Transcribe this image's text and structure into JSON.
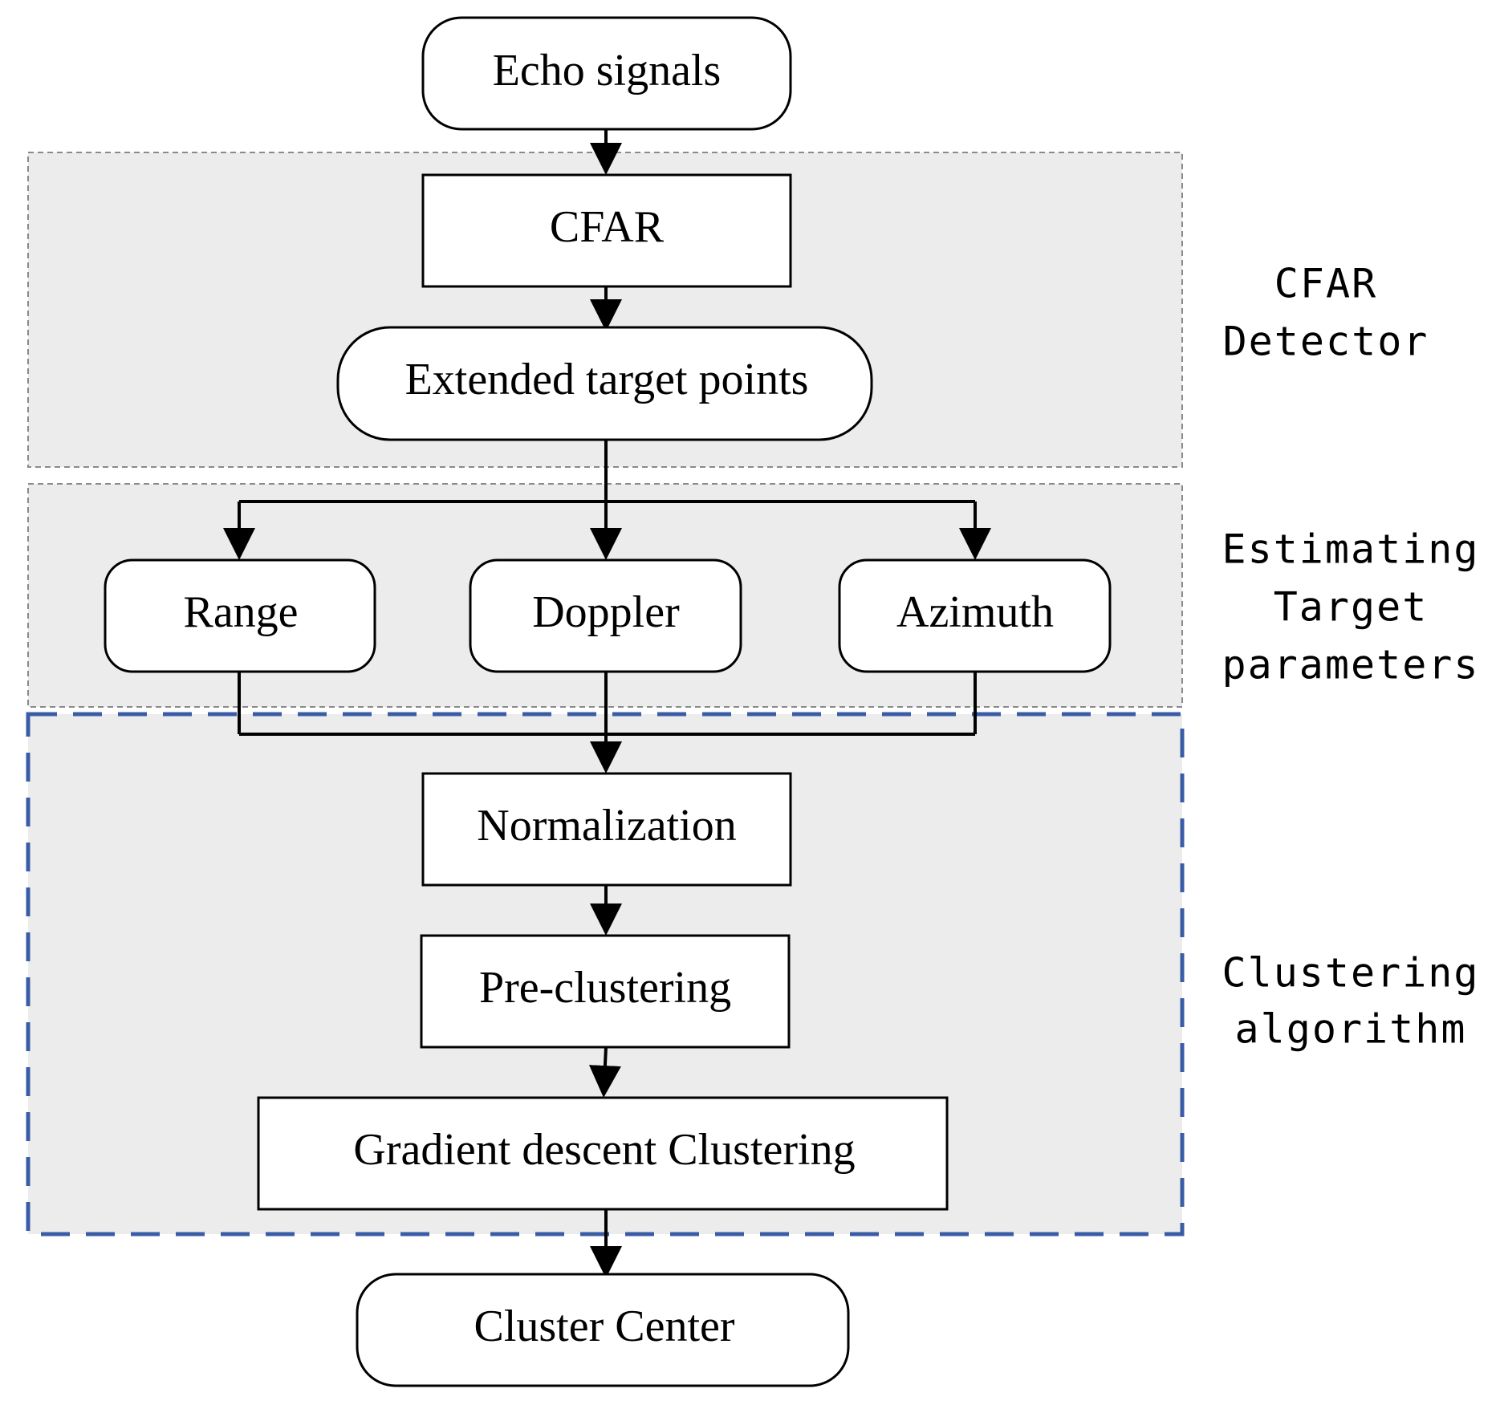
{
  "nodes": {
    "echo_signals": "Echo signals",
    "cfar": "CFAR",
    "extended_target_points": "Extended target points",
    "range": "Range",
    "doppler": "Doppler",
    "azimuth": "Azimuth",
    "normalization": "Normalization",
    "pre_clustering": "Pre-clustering",
    "gradient_descent_clustering": "Gradient descent Clustering",
    "cluster_center": "Cluster Center"
  },
  "groups": {
    "cfar_detector": {
      "line1": "CFAR",
      "line2": "Detector"
    },
    "estimating": {
      "line1": "Estimating",
      "line2": "Target",
      "line3": "parameters"
    },
    "clustering": {
      "line1": "Clustering",
      "line2": "algorithm"
    }
  },
  "colors": {
    "region_fill": "#ececec",
    "region_border_gray": "#8a8a8a",
    "clustering_border": "#3a5ca6",
    "arrow": "#000000"
  }
}
